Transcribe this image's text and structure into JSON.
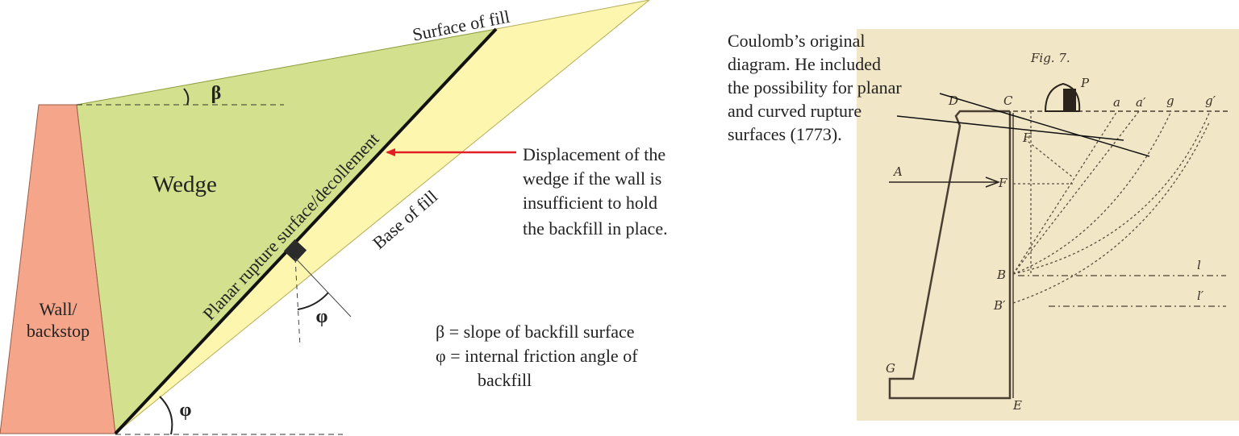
{
  "left_diagram": {
    "labels": {
      "surface_of_fill": "Surface of fill",
      "base_of_fill": "Base of fill",
      "rupture_surface": "Planar rupture surface/decollement",
      "wedge": "Wedge",
      "wall_line1": "Wall/",
      "wall_line2": "backstop",
      "beta": "β",
      "phi_top": "φ",
      "phi_bottom": "φ"
    },
    "arrow_note": [
      "Displacement of the",
      "wedge if the wall is",
      "insufficient to hold",
      "the backfill in place."
    ],
    "legend": [
      "β = slope of backfill surface",
      "φ = internal friction angle of",
      "backfill"
    ],
    "colors": {
      "wall": "#f4a58a",
      "wedge": "#d3e08d",
      "fill": "#fdf6ae",
      "arrow": "#e31e24",
      "line": "#222222"
    }
  },
  "right_diagram": {
    "caption": [
      "Coulomb’s original",
      "diagram. He included",
      "the possibility for planar",
      "and curved rupture",
      "surfaces (1773)."
    ],
    "paper_color": "#f1e7c6",
    "letters": {
      "fig": "Fig. 7.",
      "p": "P",
      "d": "D",
      "c": "C",
      "a": "a",
      "a2": "a′",
      "g": "g",
      "g2": "g′",
      "f_upper": "F",
      "f_lower": "F",
      "a_left": "A",
      "b": "B",
      "b2": "B′",
      "l": "l",
      "l2": "l′",
      "g_cap": "G",
      "e": "E"
    }
  }
}
